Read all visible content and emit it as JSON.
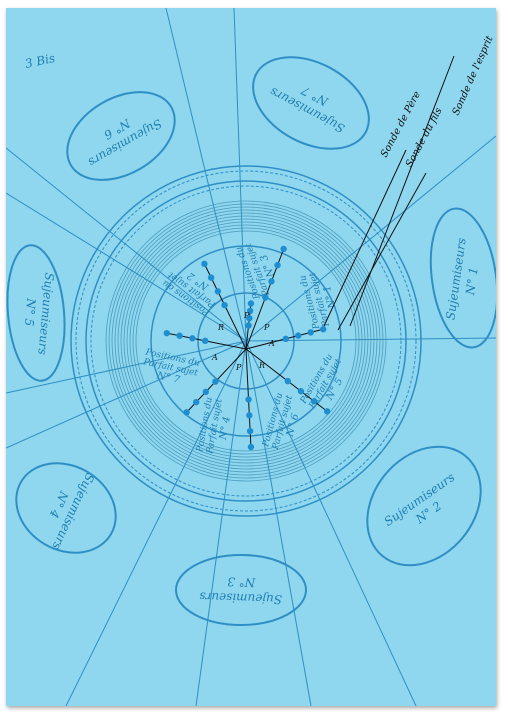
{
  "page_number": "3 Bis",
  "colors": {
    "paper": "#8fd6ef",
    "line": "#2f8fc4",
    "ink_blue": "#1f7fb0",
    "dot": "#1f8ed0",
    "black": "#111111"
  },
  "sectors": [
    {
      "label": "Sujeumiseurs",
      "number": "N° 1"
    },
    {
      "label": "Sujeumiseurs",
      "number": "N° 2"
    },
    {
      "label": "Sujeumiseurs",
      "number": "N° 3"
    },
    {
      "label": "Sujeumiseurs",
      "number": "N° 4"
    },
    {
      "label": "Sujeumiseurs",
      "number": "N° 5"
    },
    {
      "label": "Sujeumiseurs",
      "number": "N° 6"
    },
    {
      "label": "Sujeumiseurs",
      "number": "N° 7"
    }
  ],
  "inner_positions": [
    {
      "text": "Positions du",
      "text2": "Parfait sujet",
      "number": "N° 1"
    },
    {
      "text": "Positions du",
      "text2": "Parfait sujet",
      "number": "N° 2"
    },
    {
      "text": "Positions du",
      "text2": "Parfait sujet",
      "number": "N° 3"
    },
    {
      "text": "Positions du",
      "text2": "Parfait sujet",
      "number": "N° 4"
    },
    {
      "text": "Positions du",
      "text2": "Parfait sujet",
      "number": "N° 5"
    },
    {
      "text": "Positions du",
      "text2": "Parfait sujet",
      "number": "N° 6"
    },
    {
      "text": "Positions du",
      "text2": "Parfait sujet",
      "number": "N° 7"
    }
  ],
  "center_letters": [
    "P",
    "A",
    "R",
    "P",
    "A",
    "R",
    "P"
  ],
  "probe_labels": [
    "Sonde de Père",
    "Sonde du fils",
    "Sonde de l'esprit"
  ]
}
